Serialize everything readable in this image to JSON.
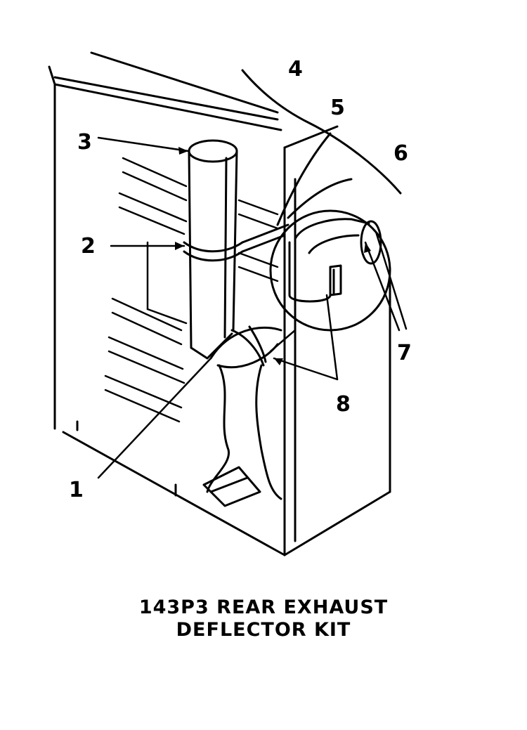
{
  "callouts": [
    "1",
    "2",
    "3",
    "4",
    "5",
    "6",
    "7",
    "8"
  ],
  "caption": {
    "line1": "143P3 REAR EXHAUST",
    "line2": "DEFLECTOR KIT"
  }
}
